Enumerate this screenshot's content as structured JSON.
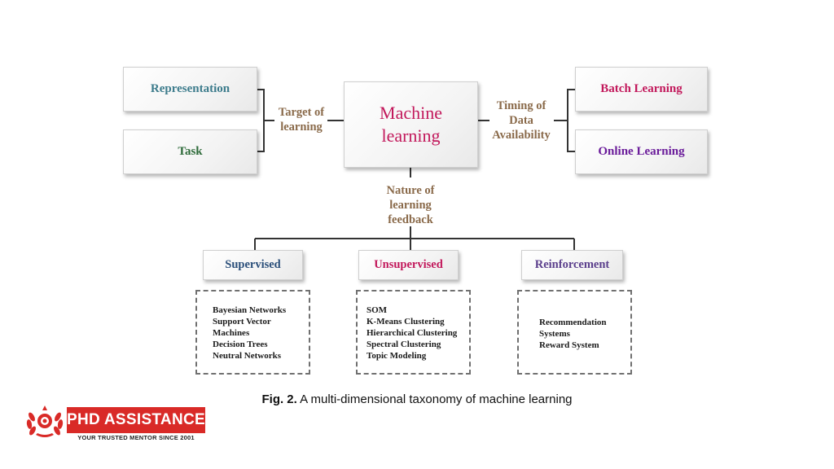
{
  "diagram": {
    "center": {
      "line1": "Machine",
      "line2": "learning",
      "color": "#c2185b"
    },
    "left_branch": {
      "label_line1": "Target of",
      "label_line2": "learning",
      "items": [
        {
          "label": "Representation",
          "color": "#3d7c8c"
        },
        {
          "label": "Task",
          "color": "#2e6b3a"
        }
      ]
    },
    "right_branch": {
      "label_line1": "Timing of",
      "label_line2": "Data",
      "label_line3": "Availability",
      "items": [
        {
          "label": "Batch Learning",
          "color": "#c2185b"
        },
        {
          "label": "Online Learning",
          "color": "#6a1b9a"
        }
      ]
    },
    "bottom_branch": {
      "label_line1": "Nature of",
      "label_line2": "learning",
      "label_line3": "feedback",
      "categories": [
        {
          "label": "Supervised",
          "color": "#2b4f7a",
          "examples": [
            "Bayesian Networks",
            "Support Vector",
            "Machines",
            "Decision Trees",
            "Neutral Networks"
          ]
        },
        {
          "label": "Unsupervised",
          "color": "#c2185b",
          "examples": [
            "SOM",
            "K-Means Clustering",
            "Hierarchical Clustering",
            "Spectral Clustering",
            "Topic Modeling"
          ]
        },
        {
          "label": "Reinforcement",
          "color": "#5b3f8c",
          "examples": [
            "Recommendation",
            "Systems",
            "Reward System"
          ]
        }
      ]
    },
    "label_color": "#8a6a4a",
    "line_color": "#333333"
  },
  "caption": {
    "fig": "Fig. 2.",
    "text": " A multi-dimensional taxonomy of machine learning"
  },
  "logo": {
    "name": "PHD ASSISTANCE",
    "tagline": "YOUR TRUSTED MENTOR SINCE 2001",
    "brand_color": "#d92a27"
  }
}
